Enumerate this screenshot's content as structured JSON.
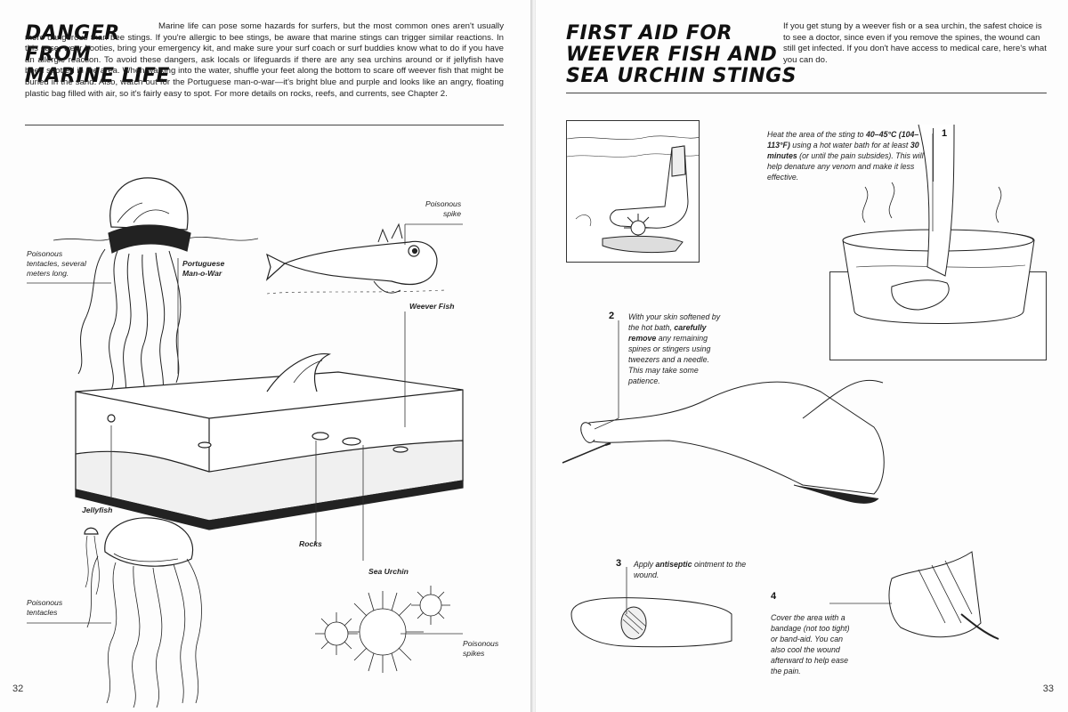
{
  "left_page": {
    "title_lines": [
      "DANGER",
      "FROM",
      "MARINE LIFE"
    ],
    "intro": "Marine life can pose some hazards for surfers, but the most common ones aren't usually more dangerous than bee stings. If you're allergic to bee stings, be aware that marine stings can trigger similar reactions. In this case, wear booties, bring your emergency kit, and make sure your surf coach or surf buddies know what to do if you have an allergic reaction. To avoid these dangers, ask locals or lifeguards if there are any sea urchins around or if jellyfish have been spotted in the area. When walking into the water, shuffle your feet along the bottom to scare off weever fish that might be buried in the sand. Also, watch out for the Portuguese man-o-war—it's bright blue and purple and looks like an angry, floating plastic bag filled with air, so it's fairly easy to spot. For more details on rocks, reefs, and currents, see Chapter 2.",
    "page_number": "32",
    "labels": {
      "tentacles_long_1": "Poisonous",
      "tentacles_long_2": "tentacles, several",
      "tentacles_long_3": "meters long.",
      "man_o_war_1": "Portuguese",
      "man_o_war_2": "Man-o-War",
      "spike_1": "Poisonous",
      "spike_2": "spike",
      "weever": "Weever Fish",
      "jellyfish": "Jellyfish",
      "rocks": "Rocks",
      "urchin": "Sea Urchin",
      "tentacles_1": "Poisonous",
      "tentacles_2": "tentacles",
      "spikes_1": "Poisonous",
      "spikes_2": "spikes"
    }
  },
  "right_page": {
    "title_lines": [
      "FIRST AID FOR",
      "WEEVER FISH AND",
      "SEA URCHIN STINGS"
    ],
    "intro": "If you get stung by a weever fish or a sea urchin, the safest choice is to see a doctor, since even if you remove the spines, the wound can still get infected. If you don't have access to medical care, here's what you can do.",
    "page_number": "33",
    "steps": [
      {
        "num": "1",
        "parts": [
          "Heat the area of the sting to ",
          "40–45°C (104–113°F)",
          " using a hot water bath for at least ",
          "30 minutes",
          " (or until the pain subsides). This will help denature any venom and make it less effective."
        ]
      },
      {
        "num": "2",
        "parts": [
          "With your skin softened by the hot bath, ",
          "carefully remove",
          " any remaining spines or stingers using tweezers and a needle. This may take some patience."
        ]
      },
      {
        "num": "3",
        "parts": [
          "Apply ",
          "antiseptic",
          " ointment to the wound."
        ]
      },
      {
        "num": "4",
        "parts": [
          "Cover the area with a bandage (not too tight) or band-aid. You can also cool the wound afterward to help ease the pain."
        ]
      }
    ]
  },
  "colors": {
    "ink": "#111111",
    "paper": "#fdfdfd",
    "gutter": "#cfcfcf"
  }
}
